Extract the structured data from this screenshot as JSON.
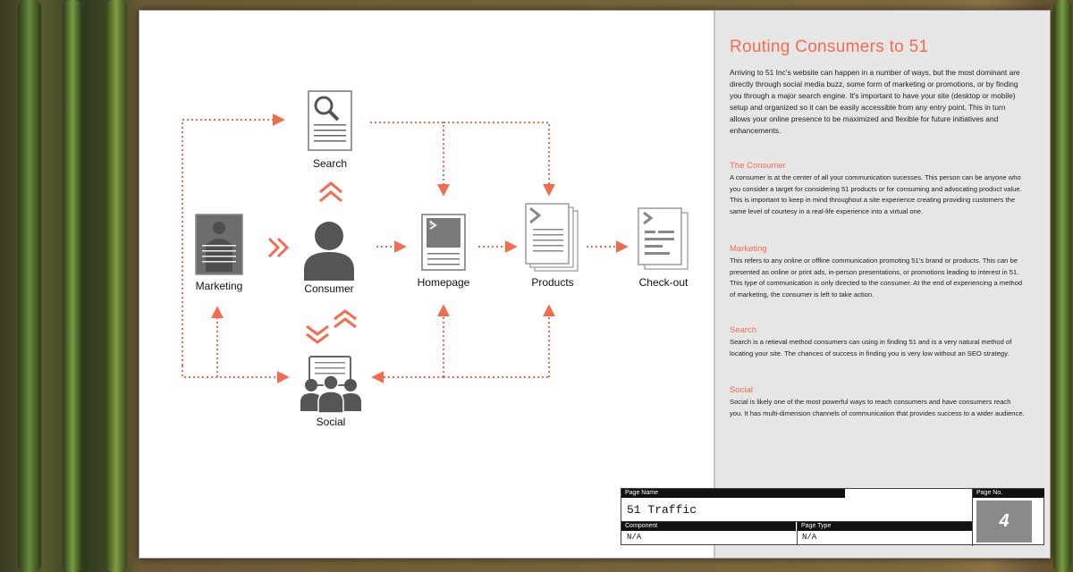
{
  "side_panel": {
    "title": "Routing Consumers to 51",
    "intro": "Arriving to 51 Inc's website can happen in a number of ways, but the most dominant are directly through social media buzz, some form of marketing or promotions, or by finding you through a major search engine. It's important to have your site (desktop or mobile) setup and organized so it can be easily accessible from any entry point. This in turn allows your online presence to be maximized and flexible for future initiatives and enhancements.",
    "sections": [
      {
        "heading": "The Consumer",
        "body": "A consumer is at the center of all your communication sucesses. This person can be anyone who you consider a target for considering 51 products or for consuming and advocating product value. This is important to keep in mind throughout a site experience creating providing customers the same level of courtesy in a real-life experience into a virtual one."
      },
      {
        "heading": "Marketing",
        "body": "This refers to any online or offline communication promoting 51's brand or products. This can be presented as online or print ads, in-person presentations, or promotions leading to interest in 51. This type of communication is only directed to the consumer. At the end of experiencing a method of marketing, the consumer is left to take action."
      },
      {
        "heading": "Search",
        "body": "Search is a retieval method consumers can using in finding 51 and is a very natural method of locating your site. The chances of success in finding you is very low without an SEO strategy."
      },
      {
        "heading": "Social",
        "body": "Social is likely one of the most powerful ways to reach consumers and have consumers reach you. It has multi-dimension channels of communication that provides success to a wider audience."
      }
    ]
  },
  "diagram": {
    "nodes": {
      "search": "Search",
      "marketing": "Marketing",
      "consumer": "Consumer",
      "homepage": "Homepage",
      "products": "Products",
      "checkout": "Check-out",
      "social": "Social"
    }
  },
  "title_block": {
    "page_name_label": "Page Name",
    "page_name": "51 Traffic",
    "page_no_label": "Page No.",
    "page_no": "4",
    "component_label": "Component",
    "component": "N/A",
    "page_type_label": "Page Type",
    "page_type": "N/A"
  },
  "colors": {
    "accent": "#f36c4f",
    "icon_gray": "#555555",
    "panel_bg": "#e6e6e6"
  }
}
